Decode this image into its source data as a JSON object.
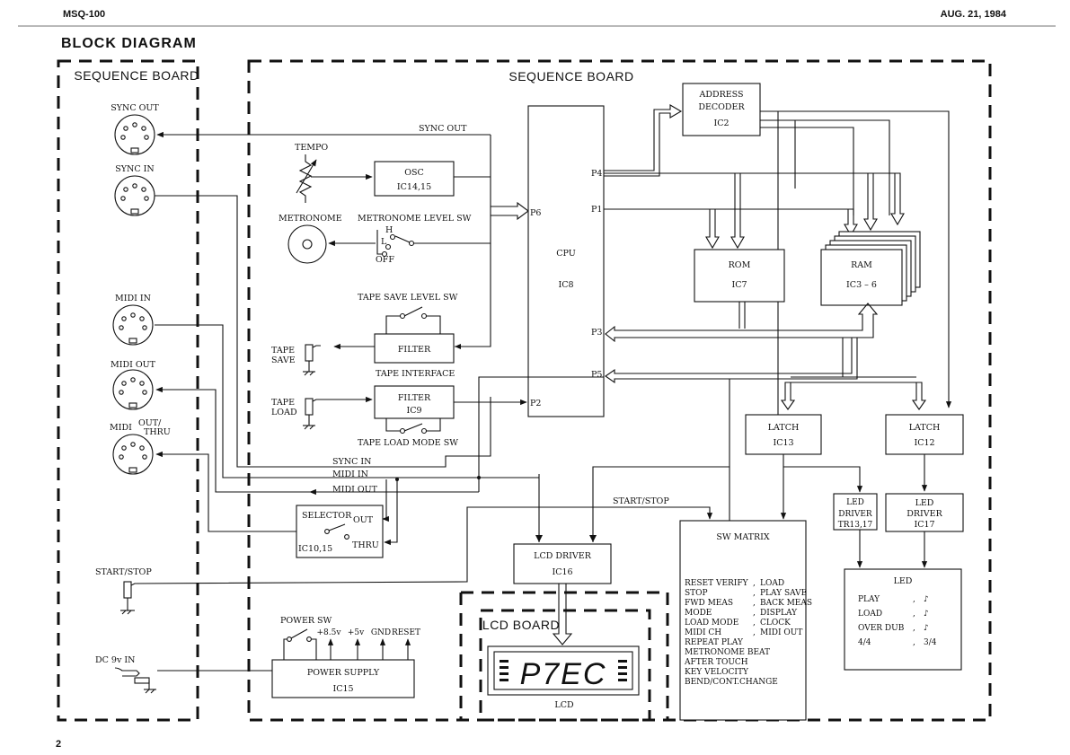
{
  "header": {
    "model": "MSQ-100",
    "date": "AUG. 21, 1984",
    "page_number": "2"
  },
  "title": "BLOCK DIAGRAM",
  "boards": {
    "left": "SEQUENCE BOARD",
    "main": "SEQUENCE BOARD",
    "lcd": "LCD BOARD"
  },
  "connectors": {
    "sync_out": "SYNC OUT",
    "sync_in": "SYNC IN",
    "midi_in": "MIDI IN",
    "midi_out": "MIDI OUT",
    "midi_thru_a": "MIDI",
    "midi_thru_b": "OUT/",
    "midi_thru_c": "THRU",
    "start_stop": "START/STOP",
    "dc_in": "DC 9v IN"
  },
  "controls": {
    "tempo": "TEMPO",
    "metronome": "METRONOME",
    "metronome_level": "METRONOME LEVEL SW",
    "sw_h": "H",
    "sw_l": "L",
    "sw_off": "OFF",
    "tape_save_level": "TAPE SAVE LEVEL SW",
    "tape_save_a": "TAPE",
    "tape_save_b": "SAVE",
    "tape_load_a": "TAPE",
    "tape_load_b": "LOAD",
    "tape_interface": "TAPE INTERFACE",
    "tape_load_mode": "TAPE LOAD MODE SW",
    "power_sw": "POWER SW"
  },
  "blocks": {
    "osc_a": "OSC",
    "osc_b": "IC14,15",
    "filter1": "FILTER",
    "filter2_a": "FILTER",
    "filter2_b": "IC9",
    "cpu_a": "CPU",
    "cpu_b": "IC8",
    "addr_a": "ADDRESS",
    "addr_b": "DECODER",
    "addr_c": "IC2",
    "rom_a": "ROM",
    "rom_b": "IC7",
    "ram_a": "RAM",
    "ram_b": "IC3 – 6",
    "latch1_a": "LATCH",
    "latch1_b": "IC13",
    "latch2_a": "LATCH",
    "latch2_b": "IC12",
    "led_drv1_a": "LED",
    "led_drv1_b": "DRIVER",
    "led_drv1_c": "TR13,17",
    "led_drv2_a": "LED",
    "led_drv2_b": "DRIVER",
    "led_drv2_c": "IC17",
    "lcd_drv_a": "LCD DRIVER",
    "lcd_drv_b": "IC16",
    "selector_a": "SELECTOR",
    "selector_b": "IC10,15",
    "selector_out": "OUT",
    "selector_thru": "THRU",
    "psu_a": "POWER SUPPLY",
    "psu_b": "IC15",
    "sw_matrix": "SW MATRIX",
    "led_title": "LED",
    "lcd_label": "LCD",
    "lcd_display": "P7EC"
  },
  "ports": {
    "p4": "P4",
    "p1": "P1",
    "p6": "P6",
    "p3": "P3",
    "p5": "P5",
    "p2": "P2"
  },
  "signals": {
    "sync_out": "SYNC OUT",
    "sync_in": "SYNC IN",
    "midi_in": "MIDI IN",
    "midi_out": "MIDI OUT",
    "start_stop": "START/STOP"
  },
  "power_rails": [
    "+8.5v",
    "+5v",
    "GND",
    "RESET"
  ],
  "sw_matrix_items": [
    [
      "RESET VERIFY",
      ",",
      "LOAD"
    ],
    [
      "STOP",
      ",",
      "PLAY SAVE"
    ],
    [
      "FWD MEAS",
      ",",
      "BACK MEAS"
    ],
    [
      "MODE",
      ",",
      "DISPLAY"
    ],
    [
      "LOAD MODE",
      ",",
      "CLOCK"
    ],
    [
      "MIDI CH",
      ",",
      "MIDI OUT"
    ],
    [
      "REPEAT PLAY",
      "",
      ""
    ],
    [
      "METRONOME BEAT",
      "",
      ""
    ],
    [
      "AFTER TOUCH",
      "",
      ""
    ],
    [
      "KEY VELOCITY",
      "",
      ""
    ],
    [
      "BEND/CONT.CHANGE",
      "",
      ""
    ]
  ],
  "led_items": [
    {
      "label": "PLAY",
      "sep": ",",
      "symbol": "♪"
    },
    {
      "label": "LOAD",
      "sep": ",",
      "symbol": "♪"
    },
    {
      "label": "OVER DUB",
      "sep": ",",
      "symbol": "♪"
    },
    {
      "label": "4/4",
      "sep": ",",
      "symbol": "3/4"
    }
  ]
}
